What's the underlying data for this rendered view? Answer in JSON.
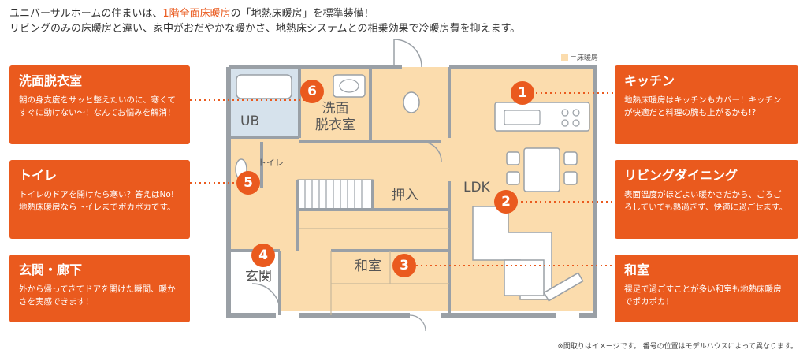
{
  "header": {
    "line1_prefix": "ユニバーサルホームの住まいは、",
    "line1_accent": "1階全面床暖房",
    "line1_suffix": "の「地熱床暖房」を標準装備！",
    "line2": "リビングのみの床暖房と違い、家中がおだやかな暖かさ、地熱床システムとの相乗効果で冷暖房費を抑えます。"
  },
  "legend": {
    "label": "＝床暖房"
  },
  "colors": {
    "accent": "#ea5a1e",
    "heated_floor": "#fbdcad",
    "unheated_bath": "#d6e2ec",
    "walls": "#9aa0a6"
  },
  "rooms": {
    "ub": "UB",
    "senmen_line1": "洗面",
    "senmen_line2": "脱衣室",
    "toilet": "トイレ",
    "oshiire": "押入",
    "ldk": "LDK",
    "washitsu": "和室",
    "genkan": "玄関"
  },
  "markers": [
    "1",
    "2",
    "3",
    "4",
    "5",
    "6"
  ],
  "cards": {
    "senmen": {
      "title": "洗面脱衣室",
      "body": "朝の身支度をサッと整えたいのに、寒くてすぐに動けない～！なんてお悩みを解消！"
    },
    "toilet": {
      "title": "トイレ",
      "body": "トイレのドアを開けたら寒い？答えはNo! 地熱床暖房ならトイレまでポカポカです。"
    },
    "genkan": {
      "title": "玄関・廊下",
      "body": "外から帰ってきてドアを開けた瞬間、暖かさを実感できます！"
    },
    "kitchen": {
      "title": "キッチン",
      "body": "地熱床暖房はキッチンもカバー！キッチンが快適だと料理の腕も上がるかも!?"
    },
    "living": {
      "title": "リビングダイニング",
      "body": "表面温度がほどよい暖かさだから、ごろごろしていても熱過ぎず、快適に過ごせます。"
    },
    "washitsu": {
      "title": "和室",
      "body": "裸足で過ごすことが多い和室も地熱床暖房でポカポカ！"
    }
  },
  "footnote": "※間取りはイメージです。 番号の位置はモデルハウスによって異なります。"
}
